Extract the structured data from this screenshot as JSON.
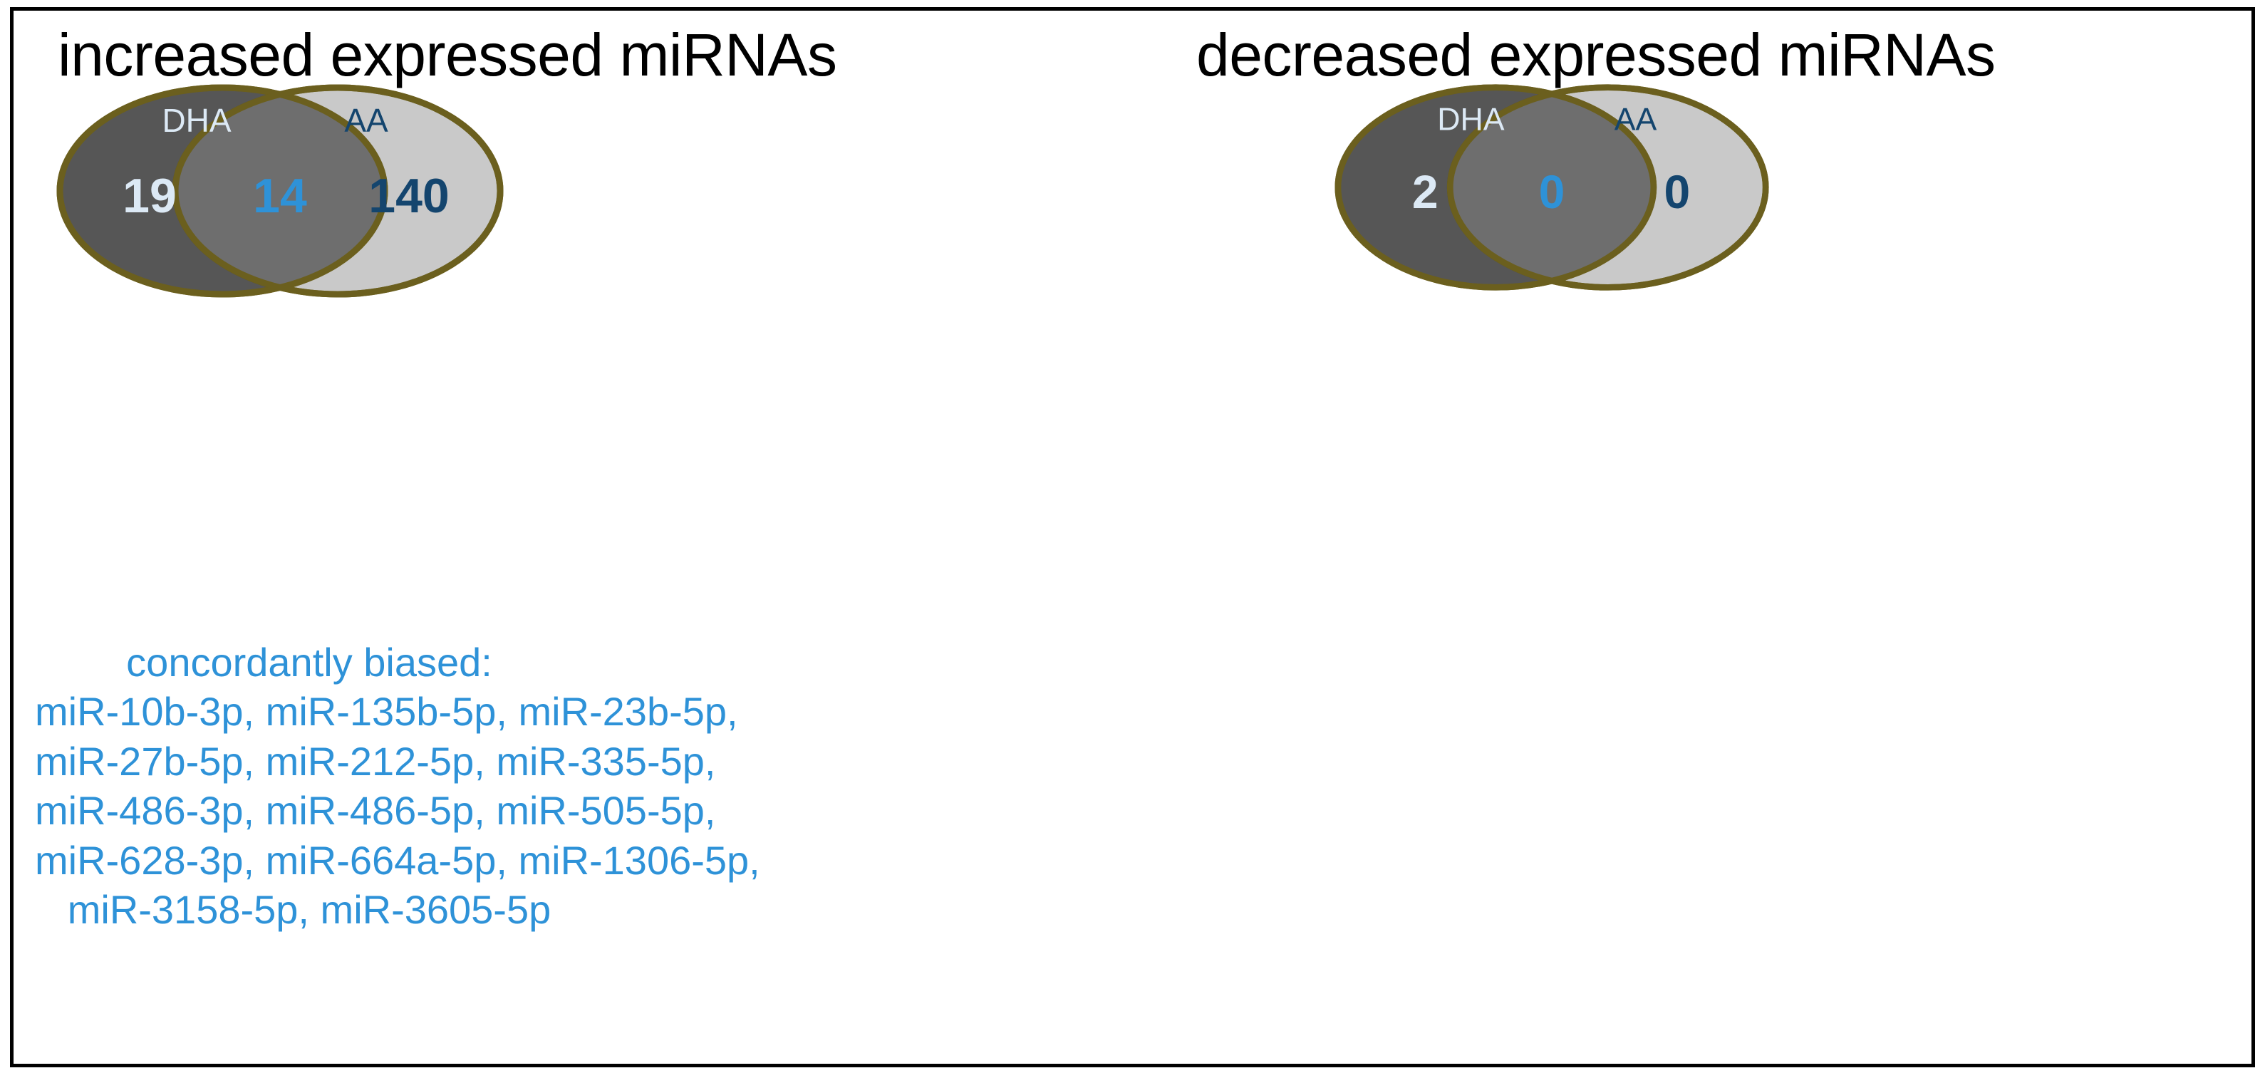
{
  "figure": {
    "background": "#ffffff",
    "border_color": "#000000"
  },
  "colors": {
    "ellipse_outline": "#6b5f1e",
    "dha_fill": "#3f3f3f",
    "aa_fill": "#c9c9c9",
    "intersection_fill": "#6e6e6e",
    "dha_text": "#dce9f5",
    "intersection_text": "#2e92d8",
    "aa_text": "#14456e",
    "title_text": "#000000",
    "list_text": "#2e92d8"
  },
  "panels": [
    {
      "id": "increased",
      "title": "increased expressed miRNAs",
      "venn": {
        "left_set_label": "DHA",
        "right_set_label": "AA",
        "left_only_count": "19",
        "intersection_count": "14",
        "right_only_count": "140"
      }
    },
    {
      "id": "decreased",
      "title": "decreased expressed miRNAs",
      "venn": {
        "left_set_label": "DHA",
        "right_set_label": "AA",
        "left_only_count": "2",
        "intersection_count": "0",
        "right_only_count": "0"
      }
    }
  ],
  "concordant": {
    "heading": "concordantly biased:",
    "lines": [
      "miR-10b-3p, miR-135b-5p, miR-23b-5p,",
      "miR-27b-5p, miR-212-5p, miR-335-5p,",
      "miR-486-3p, miR-486-5p, miR-505-5p,",
      "miR-628-3p, miR-664a-5p, miR-1306-5p,",
      "miR-3158-5p, miR-3605-5p"
    ],
    "mirnas": [
      "miR-10b-3p",
      "miR-135b-5p",
      "miR-23b-5p",
      "miR-27b-5p",
      "miR-212-5p",
      "miR-335-5p",
      "miR-486-3p",
      "miR-486-5p",
      "miR-505-5p",
      "miR-628-3p",
      "miR-664a-5p",
      "miR-1306-5p",
      "miR-3158-5p",
      "miR-3605-5p"
    ]
  },
  "chart_data": {
    "type": "venn",
    "title": "Increased and decreased expressed miRNAs (DHA vs AA)",
    "diagrams": [
      {
        "title": "increased expressed miRNAs",
        "sets": [
          "DHA",
          "AA"
        ],
        "values": {
          "DHA_only": 19,
          "intersection": 14,
          "AA_only": 140
        },
        "annotation_heading": "concordantly biased:",
        "annotation_items": [
          "miR-10b-3p",
          "miR-135b-5p",
          "miR-23b-5p",
          "miR-27b-5p",
          "miR-212-5p",
          "miR-335-5p",
          "miR-486-3p",
          "miR-486-5p",
          "miR-505-5p",
          "miR-628-3p",
          "miR-664a-5p",
          "miR-1306-5p",
          "miR-3158-5p",
          "miR-3605-5p"
        ]
      },
      {
        "title": "decreased expressed miRNAs",
        "sets": [
          "DHA",
          "AA"
        ],
        "values": {
          "DHA_only": 2,
          "intersection": 0,
          "AA_only": 0
        },
        "annotation_heading": "",
        "annotation_items": []
      }
    ],
    "legend": [
      "DHA",
      "AA"
    ],
    "grid": false
  }
}
